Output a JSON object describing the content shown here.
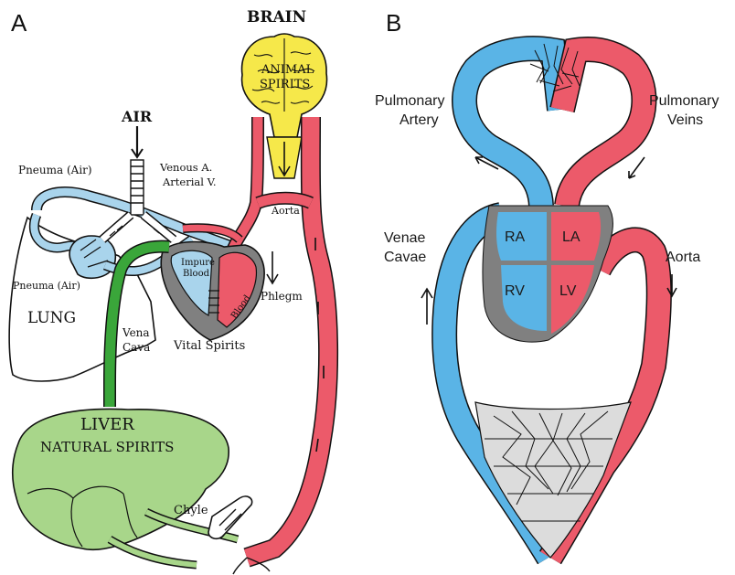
{
  "panels": {
    "a": {
      "letter": "A"
    },
    "b": {
      "letter": "B"
    }
  },
  "panel_a": {
    "brain": "BRAIN",
    "animal_spirits_1": "ANIMAL",
    "animal_spirits_2": "SPIRITS",
    "air": "AIR",
    "pneuma_air_top": "Pneuma (Air)",
    "venous_a": "Venous A.",
    "arterial_v": "Arterial V.",
    "aorta": "Aorta",
    "impure_blood_1": "Impure",
    "impure_blood_2": "Blood",
    "blood": "Blood",
    "phlegm": "Phlegm",
    "pneuma_air_lung": "Pneuma (Air)",
    "lung": "LUNG",
    "vena_cava_1": "Vena",
    "vena_cava_2": "Cava",
    "vital_spirits": "Vital Spirits",
    "liver": "LIVER",
    "natural_spirits": "NATURAL SPIRITS",
    "chyle": "Chyle"
  },
  "panel_b": {
    "pulmonary_artery_1": "Pulmonary",
    "pulmonary_artery_2": "Artery",
    "pulmonary_veins_1": "Pulmonary",
    "pulmonary_veins_2": "Veins",
    "venae_cavae_1": "Venae",
    "venae_cavae_2": "Cavae",
    "aorta": "Aorta",
    "ra": "RA",
    "la": "LA",
    "rv": "RV",
    "lv": "LV"
  },
  "colors": {
    "venous_blue": "#5ab4e6",
    "arterial_red": "#ec5a6a",
    "brain_yellow": "#f6e84a",
    "liver_green": "#a8d68a",
    "vena_cava_green": "#3aa63a",
    "lung_blue": "#a9d4ec",
    "heart_gray": "#808080"
  }
}
